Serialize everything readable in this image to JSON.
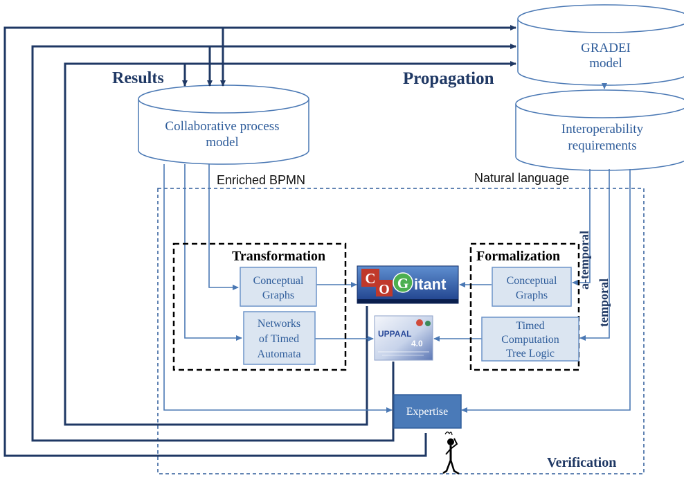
{
  "labels": {
    "results": "Results",
    "propagation": "Propagation",
    "enriched_bpmn": "Enriched BPMN",
    "natural_language": "Natural language",
    "a_temporal": "a-temporal",
    "temporal": "temporal",
    "transformation": "Transformation",
    "formalization": "Formalization",
    "verification": "Verification"
  },
  "databases": {
    "gradei": {
      "line1": "GRADEI",
      "line2": "model"
    },
    "collab": {
      "line1": "Collaborative process",
      "line2": "model"
    },
    "interop": {
      "line1": "Interoperability",
      "line2": "requirements"
    }
  },
  "boxes": {
    "cg_left": {
      "line1": "Conceptual",
      "line2": "Graphs"
    },
    "nta": {
      "line1": "Networks",
      "line2": "of Timed",
      "line3": "Automata"
    },
    "cg_right": {
      "line1": "Conceptual",
      "line2": "Graphs"
    },
    "tctl": {
      "line1": "Timed",
      "line2": "Computation",
      "line3": "Tree Logic"
    },
    "expertise": {
      "label": "Expertise"
    }
  },
  "tools": {
    "cogitant": {
      "letter_c": "C",
      "letter_o": "O",
      "letter_g": "G",
      "rest": "itant"
    },
    "uppaal": {
      "name": "UPPAAL",
      "version": "4.0"
    }
  },
  "colors": {
    "dark_line": "#1f3864",
    "light_line": "#4a78b4",
    "db_text": "#2e5c9a",
    "box_fill": "#dbe5f1",
    "box_border": "#6d93c9",
    "expertise_fill": "#4a7ab8"
  }
}
